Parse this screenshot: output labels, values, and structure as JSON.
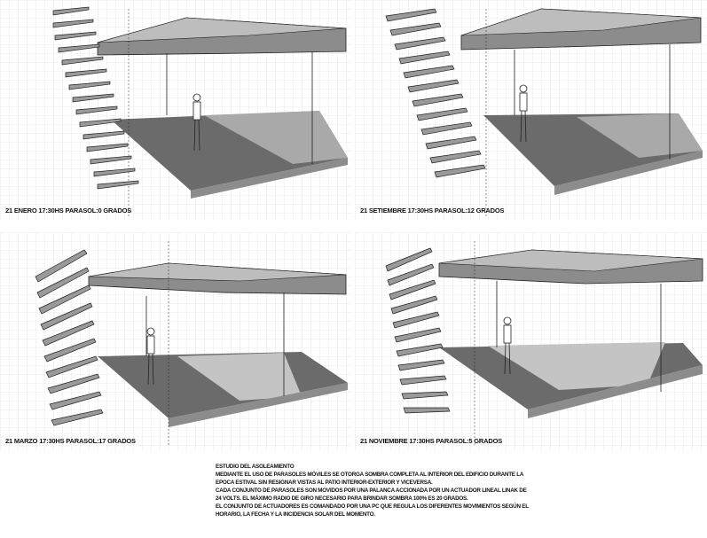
{
  "panels": [
    {
      "caption": "21 ENERO  17:30HS  PARASOL:0 GRADOS"
    },
    {
      "caption": "21 SETIEMBRE  17:30HS  PARASOL:12 GRADOS"
    },
    {
      "caption": "21 MARZO  17:30HS  PARASOL:17 GRADOS"
    },
    {
      "caption": "21 NOVIEMBRE  17:30HS  PARASOL:5 GRADOS"
    }
  ],
  "notes": {
    "title": "ESTUDIO DEL ASOLEAMIENTO",
    "lines": [
      "MEDIANTE EL USO DE PARASOLES MÓVILES SE OTORGA SOMBRA COMPLETA AL INTERIOR DEL EDIFICIO DURANTE LA",
      "EPOCA ESTIVAL SIN RESIGNAR VISTAS AL PATIO INTERIOR-EXTERIOR Y VICEVERSA.",
      "CADA CONJUNTO DE PARASOLES SON MOVIDOS POR UNA PALANCA ACCIONADA POR UN ACTUADOR LINEAL LINAK DE",
      "24 VOLTS. EL MÁXIMO RADIO DE GIRO NECESARIO PARA BRINDAR SOMBRA 100% ES 20 GRADOS.",
      "EL CONJUNTO DE ACTUADORES ES COMANDADO POR UNA PC QUE REGULA LOS DIFERENTES MOVIMIENTOS SEGÚN EL",
      "HORARIO, LA FECHA Y LA INCIDENCIA SOLAR DEL MOMENTO."
    ]
  },
  "colors": {
    "grid": "#dcdcdc",
    "shadow_dark": "#6b6b6b",
    "shadow_mid": "#8c8c8c",
    "shadow_light": "#c4c4c4",
    "line": "#222222"
  }
}
